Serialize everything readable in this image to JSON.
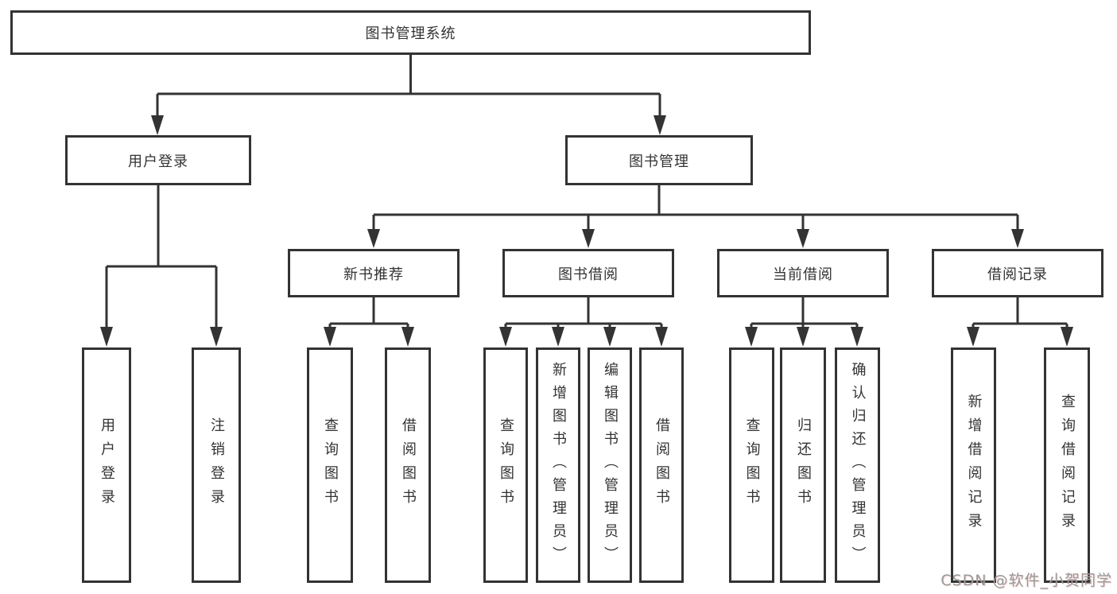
{
  "colors": {
    "line": "#333333",
    "text": "#333333",
    "background": "#ffffff",
    "watermark": "#9b9b9b"
  },
  "watermark": {
    "text": "CSDN @软件_小贺同学"
  },
  "tree": {
    "label": "图书管理系统",
    "children": [
      {
        "label": "用户登录",
        "children": [
          {
            "label": "用户登录"
          },
          {
            "label": "注销登录"
          }
        ]
      },
      {
        "label": "图书管理",
        "children": [
          {
            "label": "新书推荐",
            "children": [
              {
                "label": "查询图书"
              },
              {
                "label": "借阅图书"
              }
            ]
          },
          {
            "label": "图书借阅",
            "children": [
              {
                "label": "查询图书"
              },
              {
                "label": "新增图书（管理员）"
              },
              {
                "label": "编辑图书（管理员）"
              },
              {
                "label": "借阅图书"
              }
            ]
          },
          {
            "label": "当前借阅",
            "children": [
              {
                "label": "查询图书"
              },
              {
                "label": "归还图书"
              },
              {
                "label": "确认归还（管理员）"
              }
            ]
          },
          {
            "label": "借阅记录",
            "children": [
              {
                "label": "新增借阅记录"
              },
              {
                "label": "查询借阅记录"
              }
            ]
          }
        ]
      }
    ]
  }
}
